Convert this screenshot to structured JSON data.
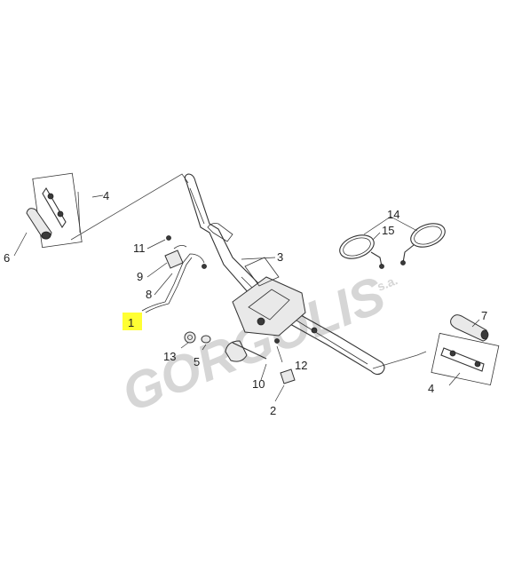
{
  "watermark": {
    "brand": "GORGOLIS",
    "suffix": "s.a."
  },
  "highlight_color": "#ffff33",
  "callouts": {
    "c1": "1",
    "c2": "2",
    "c3": "3",
    "c4a": "4",
    "c4b": "4",
    "c5": "5",
    "c6": "6",
    "c7": "7",
    "c8": "8",
    "c9": "9",
    "c10": "10",
    "c11": "11",
    "c12": "12",
    "c13": "13",
    "c14": "14",
    "c15": "15"
  }
}
